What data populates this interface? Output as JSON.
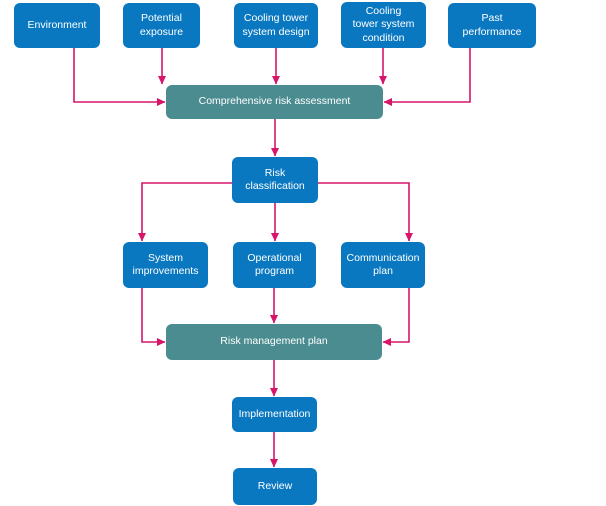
{
  "nodes": {
    "environment": {
      "label": "Environment"
    },
    "potential_exposure": {
      "label": "Potential\nexposure"
    },
    "cooling_tower_system_design": {
      "label": "Cooling tower\nsystem design"
    },
    "cooling_tower_system_condition": {
      "label": "Cooling\ntower system\ncondition"
    },
    "past_performance": {
      "label": "Past\nperformance"
    },
    "comprehensive_risk_assessment": {
      "label": "Comprehensive risk assessment"
    },
    "risk_classification": {
      "label": "Risk\nclassification"
    },
    "system_improvements": {
      "label": "System\nimprovements"
    },
    "operational_program": {
      "label": "Operational\nprogram"
    },
    "communication_plan": {
      "label": "Communication\nplan"
    },
    "risk_management_plan": {
      "label": "Risk management plan"
    },
    "implementation": {
      "label": "Implementation"
    },
    "review": {
      "label": "Review"
    }
  },
  "colors": {
    "node_primary": "#0a78c0",
    "node_secondary": "#4a8c90",
    "arrow": "#d6156b",
    "node_text": "#ffffff",
    "background": "#ffffff"
  }
}
